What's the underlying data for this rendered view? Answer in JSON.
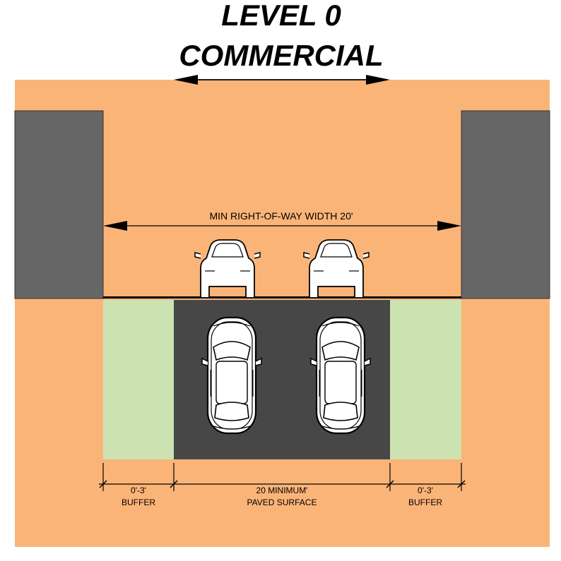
{
  "title": {
    "line1": "LEVEL 0",
    "line2": "COMMERCIAL"
  },
  "right_of_way": {
    "label": "MIN RIGHT-OF-WAY WIDTH 20'"
  },
  "dimensions": {
    "left_buffer": {
      "value": "0'-3'",
      "label": "BUFFER"
    },
    "paved": {
      "value": "20 MINIMUM'",
      "label": "PAVED SURFACE"
    },
    "right_buffer": {
      "value": "0'-3'",
      "label": "BUFFER"
    }
  },
  "colors": {
    "background": "#fbb478",
    "building": "#666666",
    "buffer": "#cce2b0",
    "paved": "#474747",
    "line": "#000000"
  }
}
